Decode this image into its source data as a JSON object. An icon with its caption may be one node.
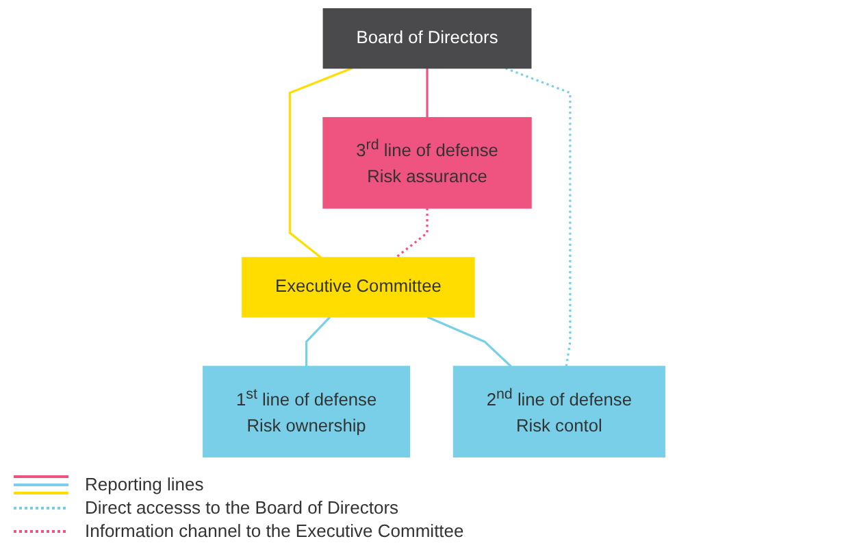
{
  "diagram": {
    "nodes": [
      {
        "text": [
          "Board of Directors"
        ]
      },
      {
        "text": [
          "Executive Committee"
        ]
      },
      {
        "text": [
          "1$^{st}$ line of defense",
          "Risk ownership"
        ]
      },
      {
        "text": [
          "2$^{nd}$ line of defense",
          "Risk contol"
        ]
      },
      {
        "text": [
          "3$^{rd}$ line of defense",
          "Risk assurance"
        ]
      }
    ],
    "edges": [
      {
        "from": 0,
        "to": 1,
        "arrow": "none",
        "color": "#ffdd00"
      },
      {
        "from": 1,
        "to": 2,
        "arrow": "none",
        "color": "#79cfe8"
      },
      {
        "from": 1,
        "to": 3,
        "arrow": "none",
        "color": "#79cfe8"
      },
      {
        "from": 0,
        "to": 4,
        "arrow": "none",
        "color": "#ef5480"
      },
      {
        "from": 3,
        "to": 0,
        "arrow": "none",
        "style": "dashed",
        "color": "#79cfe8"
      },
      {
        "from": 4,
        "to": 1,
        "arrow": "none",
        "style": "dashed",
        "color": "#ef5480"
      }
    ],
    "legend": [
      {
        "text": "Reporting lines"
      },
      {
        "text": "Direct accesss to the Board of Directors"
      },
      {
        "text": "Information channel to the Executive Committee"
      }
    ]
  }
}
